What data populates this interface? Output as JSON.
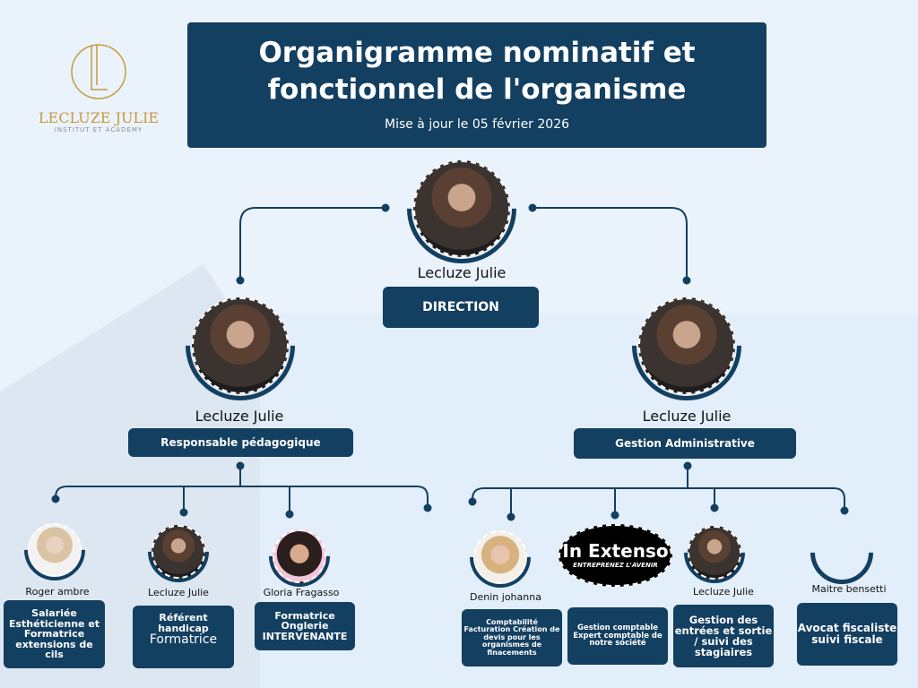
{
  "logo": {
    "name": "LECLUZE JULIE",
    "tagline": "INSTITUT ET ACADEMY",
    "color": "#c69a3c"
  },
  "header": {
    "title_line1": "Organigramme nominatif et",
    "title_line2": "fonctionnel de l'organisme",
    "updated": "Mise à jour le 05 février 2026"
  },
  "colors": {
    "navy": "#133f61",
    "background": "#eaf3fc"
  },
  "direction": {
    "name": "Lecluze Julie",
    "role": "DIRECTION"
  },
  "pedagogique": {
    "name": "Lecluze Julie",
    "role": "Responsable pédagogique",
    "members": [
      {
        "name": "Roger ambre",
        "role": "Salariée Esthéticienne et Formatrice extensions de cils"
      },
      {
        "name": "Lecluze Julie",
        "role": "Référent handicap",
        "role2": "Formatrice"
      },
      {
        "name": "Gloria Fragasso",
        "role": "Formatrice Onglerie INTERVENANTE"
      }
    ]
  },
  "administrative": {
    "name": "Lecluze Julie",
    "role": "Gestion Administrative",
    "members": [
      {
        "name": "Denin johanna",
        "role": "Comptabilité Facturation Création de devis pour les organismes de finacements"
      },
      {
        "name": "In Extenso",
        "tagline": "ENTREPRENEZ L'AVENIR",
        "role": "Gestion comptable Expert comptable de notre société"
      },
      {
        "name": "Lecluze Julie",
        "role": "Gestion des entrées et sortie / suivi des stagiaires"
      },
      {
        "name": "Maitre bensetti",
        "role": "Avocat fiscaliste suivi fiscale"
      }
    ]
  }
}
